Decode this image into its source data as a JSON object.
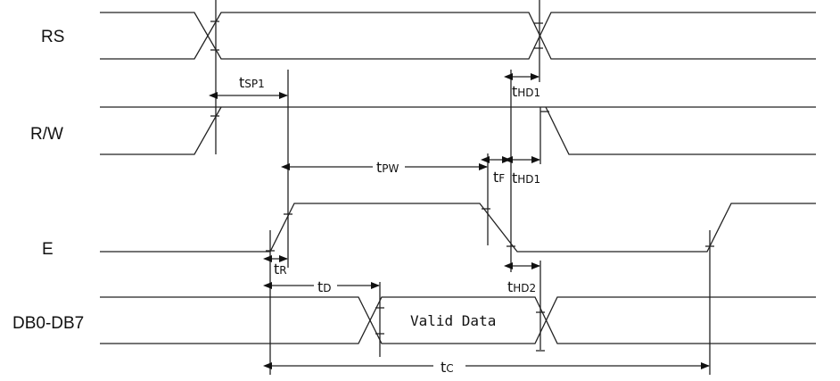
{
  "signals": [
    {
      "name": "RS"
    },
    {
      "name": "R/W"
    },
    {
      "name": "E"
    },
    {
      "name": "DB0-DB7"
    }
  ],
  "valid_data_label": "Valid Data",
  "timings": {
    "tsp1": {
      "t": "t",
      "sub": "SP1"
    },
    "thd1_top": {
      "t": "t",
      "sub": "HD1"
    },
    "tpw": {
      "t": "t",
      "sub": "PW"
    },
    "tf": {
      "t": "t",
      "sub": "F"
    },
    "thd1_mid": {
      "t": "t",
      "sub": "HD1"
    },
    "tr": {
      "t": "t",
      "sub": "R"
    },
    "td": {
      "t": "t",
      "sub": "D"
    },
    "thd2": {
      "t": "t",
      "sub": "HD2"
    },
    "tc": {
      "t": "t",
      "sub": "C"
    }
  }
}
